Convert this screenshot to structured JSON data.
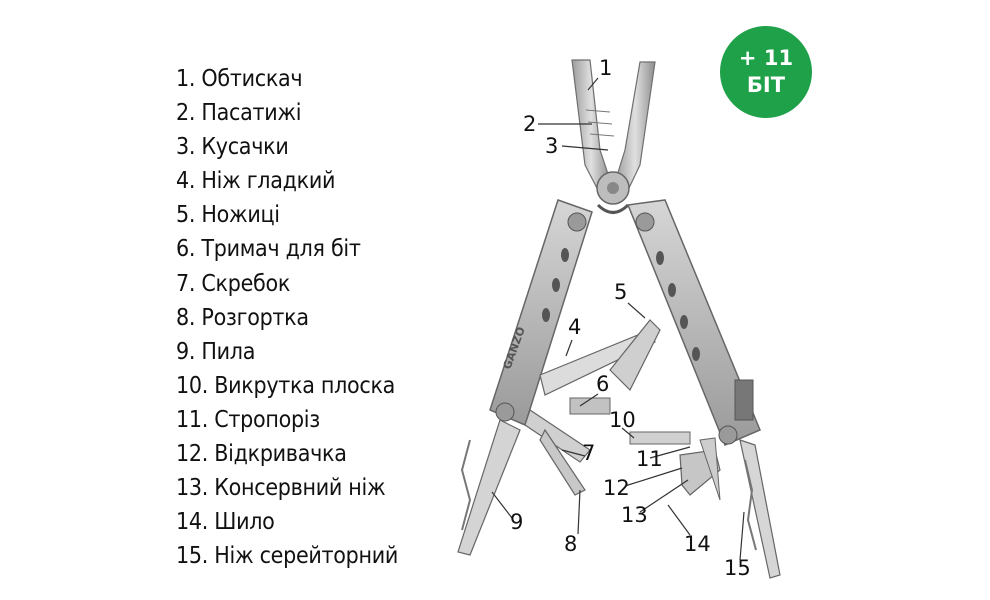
{
  "badge": {
    "line1": "+ 11",
    "line2": "БІТ"
  },
  "features": [
    "1. Обтискач",
    "2. Пасатижі",
    "3. Кусачки",
    "4. Ніж гладкий",
    "5. Ножиці",
    "6. Тримач для біт",
    "7. Скребок",
    "8. Розгортка",
    "9. Пила",
    "10. Викрутка плоска",
    "11. Стропоріз",
    "12. Відкривачка",
    "13. Консервний ніж",
    "14. Шило",
    "15. Ніж серейторний"
  ],
  "callouts": {
    "c1": "1",
    "c2": "2",
    "c3": "3",
    "c4": "4",
    "c5": "5",
    "c6": "6",
    "c7": "7",
    "c8": "8",
    "c9": "9",
    "c10": "10",
    "c11": "11",
    "c12": "12",
    "c13": "13",
    "c14": "14",
    "c15": "15"
  },
  "tool": {
    "brand": "GANZO"
  },
  "colors": {
    "badge": "#1fa14a",
    "steel": "#c9c9c9",
    "steel_dark": "#8d8d8d"
  }
}
